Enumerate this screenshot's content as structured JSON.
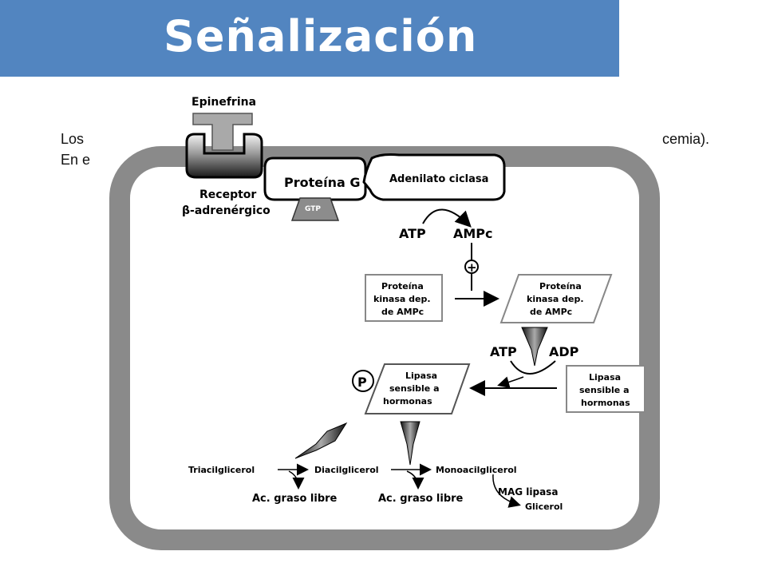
{
  "slide": {
    "title": "Señalización",
    "text_line1_start": "Los",
    "text_line1_end": "cemia).",
    "text_line2_start": "En e"
  },
  "diagram": {
    "epinefrina": "Epinefrina",
    "receptor_line1": "Receptor",
    "receptor_line2": "β-adrenérgico",
    "proteina_g": "Proteína G",
    "gtp": "GTP",
    "adenilato_ciclasa": "Adenilato ciclasa",
    "atp1": "ATP",
    "ampc": "AMPc",
    "plus": "+",
    "pk_inactive": [
      "Proteína",
      "kinasa dep.",
      "de AMPc"
    ],
    "pk_active": [
      "Proteína",
      "kinasa dep.",
      "de AMPc"
    ],
    "atp2": "ATP",
    "adp": "ADP",
    "phosphate": "P",
    "lipasa_active": [
      "Lipasa",
      "sensible a",
      "hormonas"
    ],
    "lipasa_inactive": [
      "Lipasa",
      "sensible a",
      "hormonas"
    ],
    "triacilglicerol": "Triacilglicerol",
    "diacilglicerol": "Diacilglicerol",
    "monoacilglicerol": "Monoacilglicerol",
    "ac_graso_1": "Ac. graso libre",
    "ac_graso_2": "Ac. graso libre",
    "mag_lipasa": "MAG lipasa",
    "glicerol": "Glicerol"
  },
  "colors": {
    "title_bar": "#5285c0",
    "cell_wall": "#8a8a8a"
  }
}
